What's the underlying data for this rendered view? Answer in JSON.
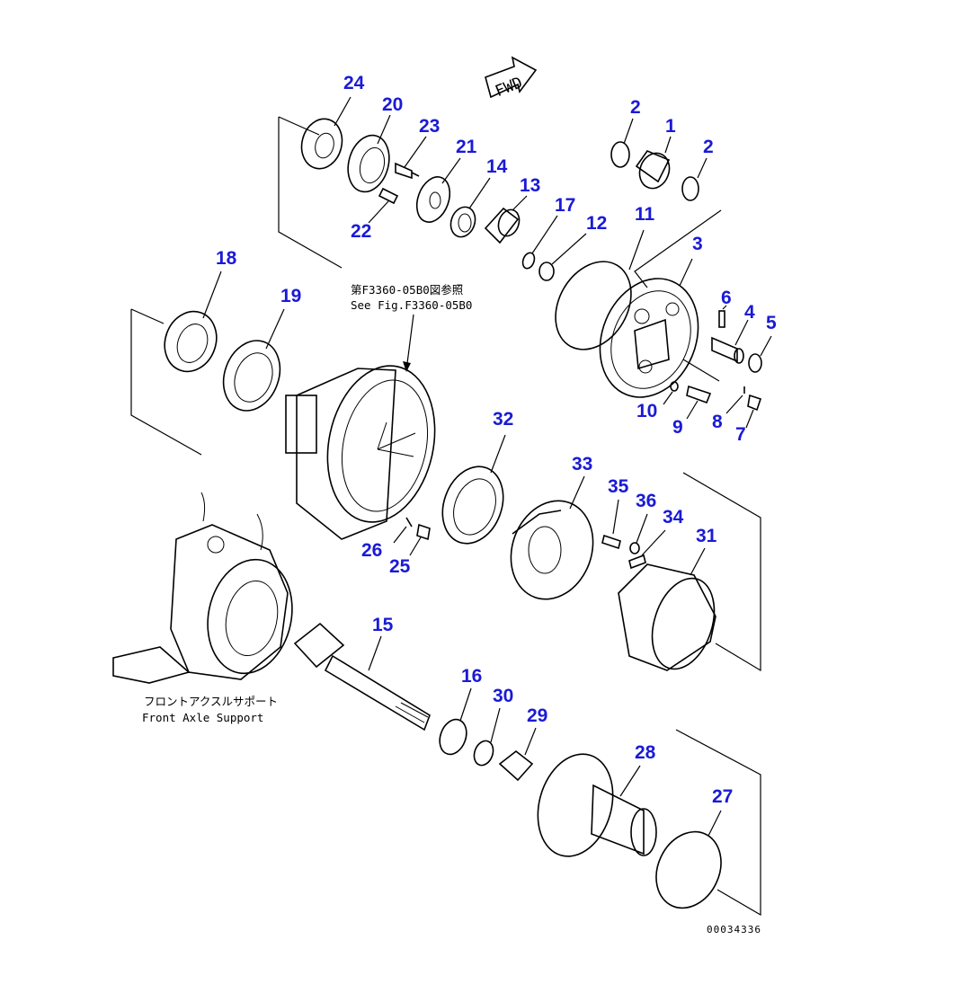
{
  "callouts": {
    "c1": "1",
    "c2a": "2",
    "c2b": "2",
    "c3": "3",
    "c4": "4",
    "c5": "5",
    "c6": "6",
    "c7": "7",
    "c8": "8",
    "c9": "9",
    "c10": "10",
    "c11": "11",
    "c12": "12",
    "c13": "13",
    "c14": "14",
    "c15": "15",
    "c16": "16",
    "c17": "17",
    "c18": "18",
    "c19": "19",
    "c20": "20",
    "c21": "21",
    "c22": "22",
    "c23": "23",
    "c24": "24",
    "c25": "25",
    "c26": "26",
    "c27": "27",
    "c28": "28",
    "c29": "29",
    "c30": "30",
    "c31": "31",
    "c32": "32",
    "c33": "33",
    "c34": "34",
    "c35": "35",
    "c36": "36"
  },
  "reference_note": {
    "ja": "第F3360-05B0図参照",
    "en": "See Fig.F3360-05B0"
  },
  "support_label": {
    "ja": "フロントアクスルサポート",
    "en": "Front Axle Support"
  },
  "direction_arrow": "FWD",
  "document_id": "00034336",
  "colors": {
    "callout": "#1a1ad6",
    "line": "#000000",
    "background": "#ffffff"
  }
}
